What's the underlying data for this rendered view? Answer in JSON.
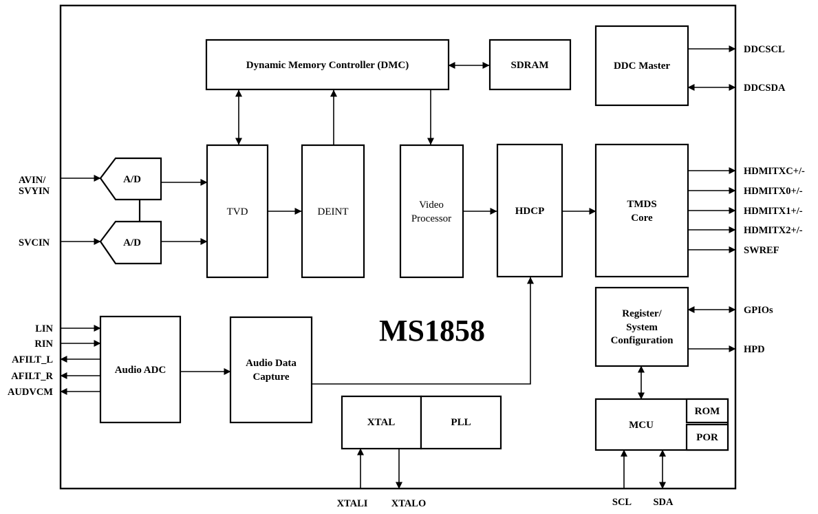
{
  "chip": {
    "name": "MS1858"
  },
  "blocks": {
    "dmc": "Dynamic Memory Controller (DMC)",
    "sdram": "SDRAM",
    "ddc_master": "DDC Master",
    "ad1": "A/D",
    "ad2": "A/D",
    "tvd": "TVD",
    "deint": "DEINT",
    "video_processor": [
      "Video",
      "Processor"
    ],
    "hdcp": "HDCP",
    "tmds_core": [
      "TMDS",
      "Core"
    ],
    "register": [
      "Register/",
      "System",
      "Configuration"
    ],
    "audio_adc": "Audio ADC",
    "audio_data_capture": [
      "Audio Data",
      "Capture"
    ],
    "xtal": "XTAL",
    "pll": "PLL",
    "mcu": "MCU",
    "rom": "ROM",
    "por": "POR"
  },
  "signals": {
    "left": {
      "avin_1": "AVIN/",
      "avin_2": "SVYIN",
      "svcin": "SVCIN",
      "lin": "LIN",
      "rin": "RIN",
      "afilt_l": "AFILT_L",
      "afilt_r": "AFILT_R",
      "audvcm": "AUDVCM"
    },
    "right": {
      "ddcscl": "DDCSCL",
      "ddcsda": "DDCSDA",
      "hdmitxc": "HDMITXC+/-",
      "hdmitx0": "HDMITX0+/-",
      "hdmitx1": "HDMITX1+/-",
      "hdmitx2": "HDMITX2+/-",
      "swref": "SWREF",
      "gpios": "GPIOs",
      "hpd": "HPD"
    },
    "bottom": {
      "xtali": "XTALI",
      "xtalo": "XTALO",
      "scl": "SCL",
      "sda": "SDA"
    }
  }
}
